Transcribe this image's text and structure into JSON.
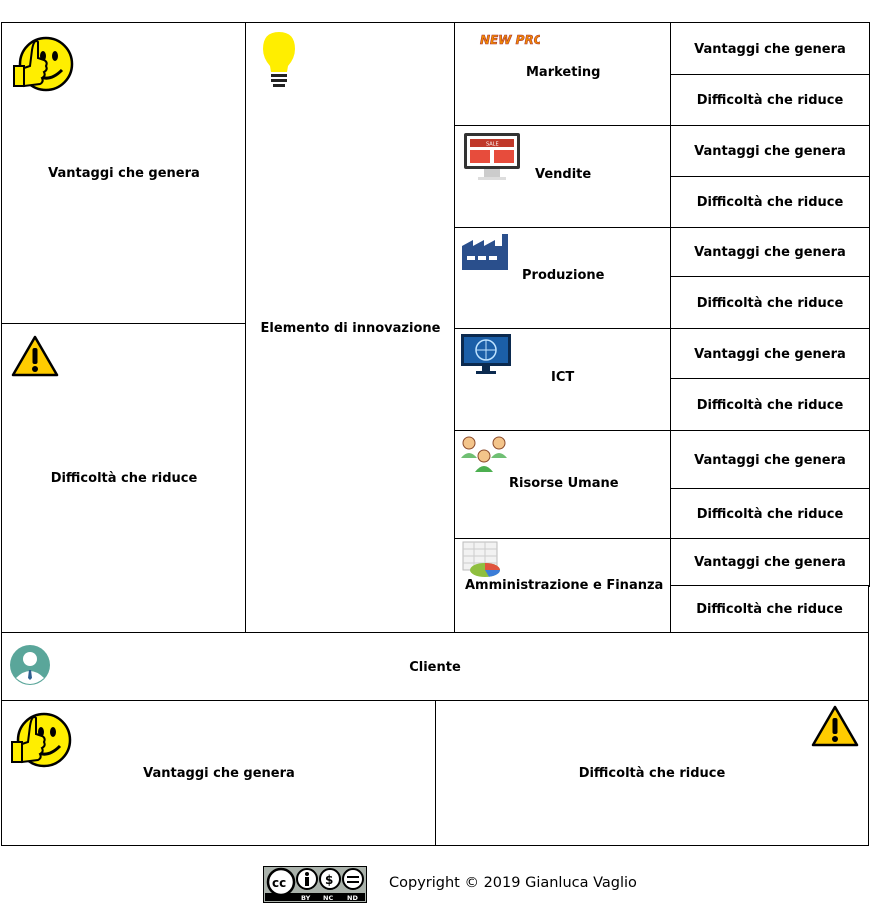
{
  "left": {
    "top_label": "Vantaggi che genera",
    "top_icon": "thumbs-up-smiley-icon",
    "bottom_label": "Difficoltà che riduce",
    "bottom_icon": "warning-icon"
  },
  "middle": {
    "label": "Elemento di innovazione",
    "icon": "lightbulb-icon",
    "icon_color": "#ffee00"
  },
  "areas": [
    {
      "name": "Marketing",
      "icon": "new-product-icon",
      "vantaggi": "Vantaggi che genera",
      "difficolta": "Difficoltà che riduce",
      "icon_text": "NEW PRODUCT"
    },
    {
      "name": "Vendite",
      "icon": "sale-monitor-icon",
      "vantaggi": "Vantaggi che genera",
      "difficolta": "Difficoltà che riduce",
      "icon_text": "SALE"
    },
    {
      "name": "Produzione",
      "icon": "factory-icon",
      "vantaggi": "Vantaggi che genera",
      "difficolta": "Difficoltà che riduce"
    },
    {
      "name": "ICT",
      "icon": "ict-monitor-icon",
      "vantaggi": "Vantaggi che genera",
      "difficolta": "Difficoltà che riduce"
    },
    {
      "name": "Risorse Umane",
      "icon": "people-icon",
      "vantaggi": "Vantaggi che genera",
      "difficolta": "Difficoltà che riduce"
    },
    {
      "name": "Amministrazione e Finanza",
      "icon": "spreadsheet-chart-icon",
      "vantaggi": "Vantaggi che genera",
      "difficolta": "Difficoltà che riduce"
    }
  ],
  "cliente": {
    "label": "Cliente",
    "icon": "customer-avatar-icon",
    "vantaggi": "Vantaggi che genera",
    "difficolta": "Difficoltà che riduce"
  },
  "footer": {
    "copyright": "Copyright © 2019 Gianluca Vaglio",
    "license_icon": "cc-by-nc-nd-badge",
    "license_tags": [
      "BY",
      "NC",
      "ND"
    ]
  },
  "colors": {
    "smiley_yellow": "#ffee00",
    "warning_yellow": "#ffcc00",
    "factory_blue": "#2a4f8c",
    "avatar_teal": "#5aa69a"
  }
}
